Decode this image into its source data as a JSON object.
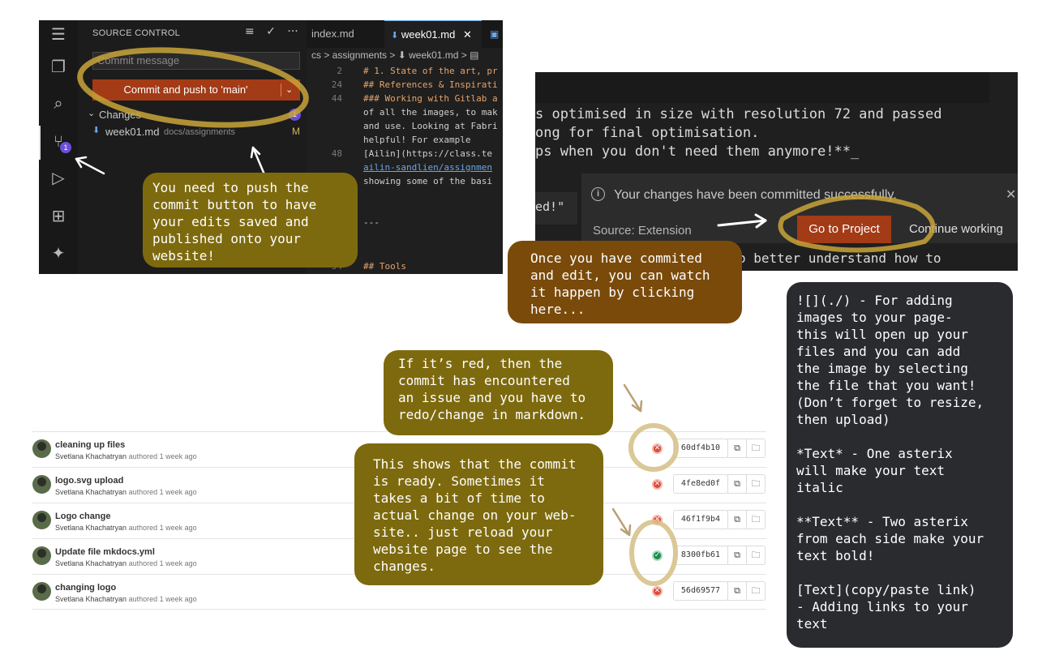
{
  "vscode": {
    "activity_bar": {
      "items": [
        {
          "icon": "menu-icon",
          "glyph": "☰"
        },
        {
          "icon": "explorer-icon",
          "glyph": "❐"
        },
        {
          "icon": "search-icon",
          "glyph": "⌕"
        },
        {
          "icon": "source-control-icon",
          "glyph": "⑂"
        },
        {
          "icon": "run-debug-icon",
          "glyph": "▷"
        },
        {
          "icon": "extensions-icon",
          "glyph": "⊞"
        },
        {
          "icon": "chat-icon",
          "glyph": "✦"
        }
      ],
      "source_control_badge": "1"
    },
    "source_control": {
      "title": "SOURCE CONTROL",
      "actions": [
        "≡",
        "✓",
        "···"
      ],
      "commit_placeholder": "Commit message",
      "commit_button": "Commit and push to 'main'",
      "commit_dropdown": "⌄",
      "changes_label": "Changes",
      "changes_chevron": "⌄",
      "changes_count": "1",
      "file": {
        "icon_glyph": "⬇",
        "name": "week01.md",
        "path": "docs/assignments",
        "status": "M"
      }
    },
    "editor": {
      "tabs": [
        {
          "label": "index.md"
        },
        {
          "label": "week01.md",
          "icon_glyph": "⬇",
          "close": "✕"
        },
        {
          "glyph": "▣"
        }
      ],
      "breadcrumb": "cs > assignments > ⬇ week01.md > ▤",
      "lines": [
        {
          "num": "2",
          "text": "# 1. State of the art, pr",
          "kind": "h"
        },
        {
          "num": "24",
          "text": "## References & Inspirati",
          "kind": "h"
        },
        {
          "num": "44",
          "text": "### Working with Gitlab a",
          "kind": "h"
        },
        {
          "num": "",
          "text": "of all the images, to mak",
          "kind": ""
        },
        {
          "num": "",
          "text": "and use. Looking at Fabri",
          "kind": ""
        },
        {
          "num": "",
          "text": "helpful! For example",
          "kind": ""
        },
        {
          "num": "48",
          "text": "[Ailin](https://class.te",
          "kind": ""
        },
        {
          "num": "",
          "text": "ailin-sandlien/assignmen",
          "kind": "lnk"
        },
        {
          "num": "",
          "text": "showing some of the basi",
          "kind": ""
        },
        {
          "num": "",
          "text": "",
          "kind": ""
        },
        {
          "num": "",
          "text": "",
          "kind": ""
        },
        {
          "num": "",
          "text": "---",
          "kind": ""
        },
        {
          "num": "",
          "text": "",
          "kind": ""
        },
        {
          "num": "54",
          "text": "## Tools",
          "kind": "h"
        }
      ]
    }
  },
  "terminal": {
    "lines": [
      "s optimised in size with resolution 72 and passed",
      "ong for final optimisation.",
      "ps when you don't need them anymore!**_"
    ],
    "partial_quote": "ed!\"",
    "bottom_line": "o better understand how to",
    "notification": {
      "message": "Your changes have been committed successfully.",
      "info_glyph": "i",
      "source": "Source: Extension",
      "close": "✕",
      "primary_button": "Go to Project",
      "secondary_button": "Continue working"
    }
  },
  "commits": [
    {
      "title": "cleaning up files",
      "author": "Svetlana Khachatryan",
      "meta": "authored 1 week ago",
      "status": "failed",
      "status_glyph": "✕",
      "sha": "60df4b10"
    },
    {
      "title": "logo.svg upload",
      "author": "Svetlana Khachatryan",
      "meta": "authored 1 week ago",
      "status": "failed",
      "status_glyph": "✕",
      "sha": "4fe8ed0f"
    },
    {
      "title": "Logo change",
      "author": "Svetlana Khachatryan",
      "meta": "authored 1 week ago",
      "status": "failed",
      "status_glyph": "✕",
      "sha": "46f1f9b4"
    },
    {
      "title": "Update file mkdocs.yml",
      "author": "Svetlana Khachatryan",
      "meta": "authored 1 week ago",
      "status": "passed",
      "status_glyph": "✓",
      "sha": "8300fb61"
    },
    {
      "title": "changing logo",
      "author": "Svetlana Khachatryan",
      "meta": "authored 1 week ago",
      "status": "failed",
      "status_glyph": "✕",
      "sha": "56d69577"
    }
  ],
  "commit_buttons": {
    "copy_glyph": "⧉",
    "open_glyph": "🗀"
  },
  "callouts": {
    "push": "You need to push the\ncommit button to have\nyour edits saved and\npublished onto your\nwebsite!",
    "project": "Once you have commited\nand edit, you can watch\nit happen by clicking\nhere...",
    "red": "If it’s red, then the\ncommit has encountered\nan issue and you have to\nredo/change in markdown.",
    "ready": "This shows that the commit\nis ready. Sometimes it\ntakes a bit of time to\nactual change on your web-\nsite.. just reload your\nwebsite page to see the\nchanges."
  },
  "cheatsheet": "![](./) - For adding\nimages to your page-\nthis will open up your\nfiles and you can add\nthe image by selecting\nthe file that you want!\n(Don’t forget to resize,\nthen upload)\n\n*Text* - One asterix\nwill make your text\nitalic\n\n**Text** - Two asterix\nfrom each side make your\ntext bold!\n\n[Text](copy/paste link)\n- Adding links to your\ntext",
  "colors": {
    "vscode_bg": "#1f1f1f",
    "commit_button": "#a33b16",
    "badge": "#6c4fd8",
    "callout_olive": "#7d6a0e",
    "callout_brown": "#7a4a0b",
    "cheatsheet_bg": "#2a2b2f",
    "status_failed": "#dd4b39",
    "status_passed": "#1f8c4e",
    "highlight_circle": "#c9a43a"
  }
}
